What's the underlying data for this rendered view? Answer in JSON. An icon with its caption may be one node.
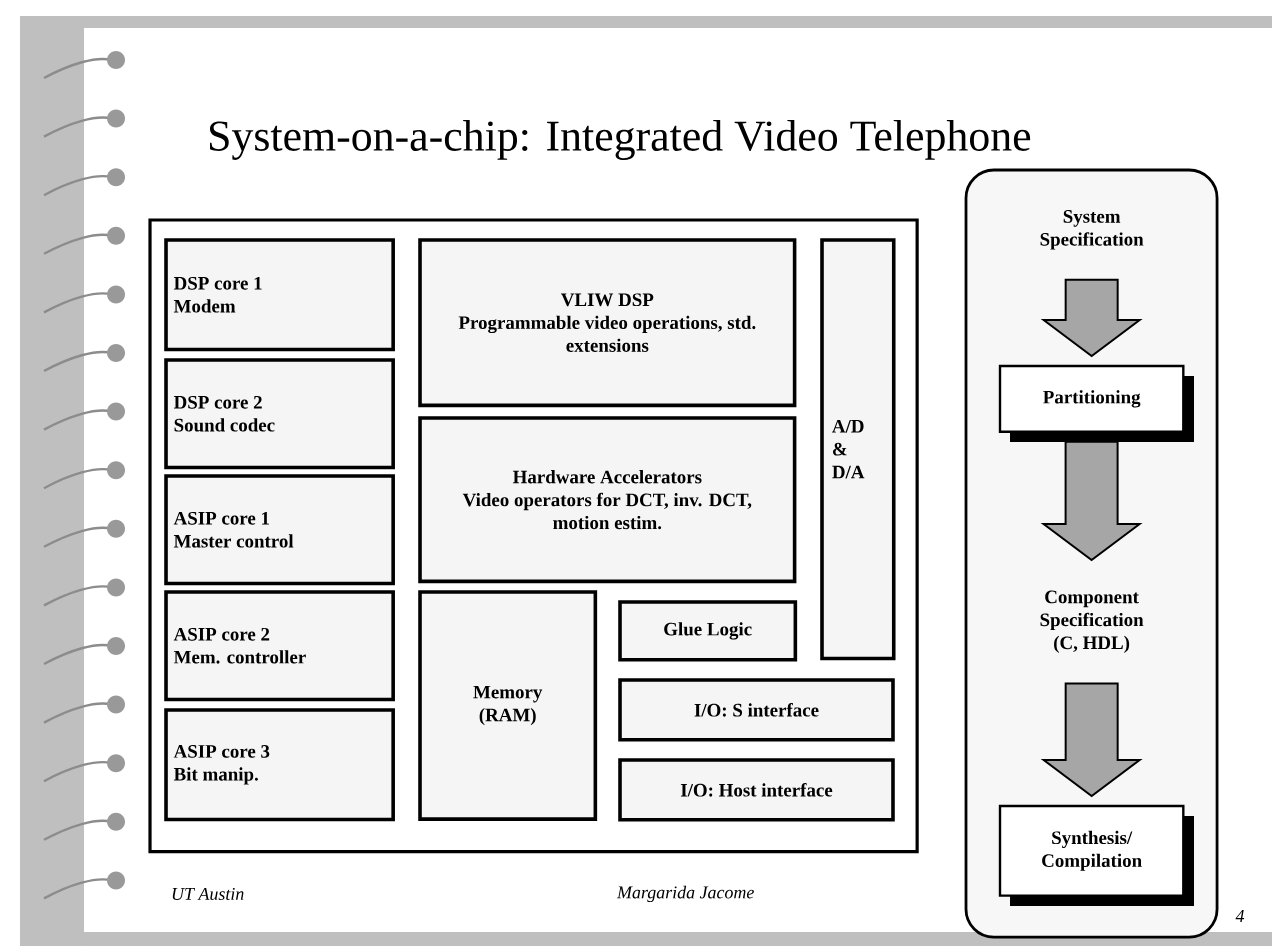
{
  "diagram": {
    "title": "System-on-a-chip: Integrated Video Telephone",
    "nodes": [
      {
        "text": [],
        "shape": "box"
      },
      {
        "text": [
          "DSP core 1",
          "Modem"
        ],
        "in": 0
      },
      {
        "text": [
          "DSP core 2",
          "Sound codec"
        ],
        "in": 0
      },
      {
        "text": [
          "ASIP core 1",
          "Master control"
        ],
        "in": 0
      },
      {
        "text": [
          "ASIP core 2",
          "Mem. controller"
        ],
        "in": 0
      },
      {
        "text": [
          "ASIP core 3",
          "Bit manip."
        ],
        "in": 0
      },
      {
        "text": [
          "VLIW DSP",
          "Programmable video operations, std. extensions"
        ],
        "in": 0
      },
      {
        "text": [
          "Hardware Accelerators",
          "Video operators for DCT, inv. DCT, motion estim."
        ],
        "in": 0
      },
      {
        "text": [
          "A/D & D/A"
        ],
        "in": 0
      },
      {
        "text": [
          "Memory (RAM)"
        ],
        "in": 0
      },
      {
        "text": [
          "Glue Logic"
        ],
        "in": 0
      },
      {
        "text": [
          "I/O: S interface"
        ],
        "in": 0
      },
      {
        "text": [
          "I/O: Host interface"
        ],
        "in": 0
      },
      {
        "text": [],
        "shape": "box"
      },
      {
        "text": [
          "System Specification"
        ],
        "in": 13
      },
      {
        "text": [
          "Partitioning"
        ],
        "in": 13
      },
      {
        "text": [
          "Component Specification (C, HDL)"
        ],
        "in": 13
      },
      {
        "text": [
          "Synthesis/ Compilation"
        ],
        "in": 13
      }
    ],
    "edges": [
      {
        "from": 14,
        "to": 15,
        "arrow": "to"
      },
      {
        "from": 15,
        "to": 16,
        "arrow": "to"
      },
      {
        "from": 16,
        "to": 17,
        "arrow": "to"
      }
    ],
    "labels": [
      "UT Austin",
      "Margarida Jacome",
      "4"
    ]
  }
}
